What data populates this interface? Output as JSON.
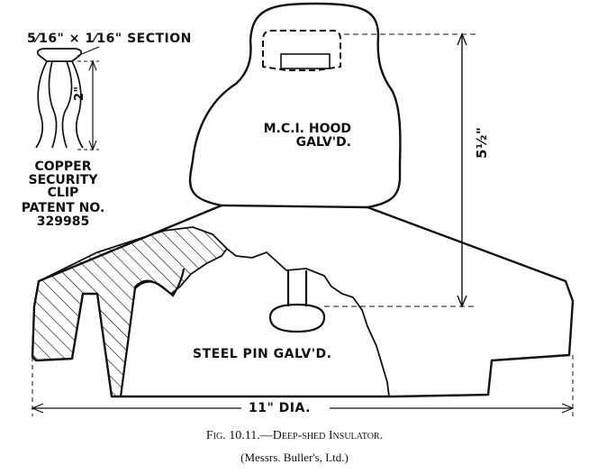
{
  "figure": {
    "caption_number": "Fig. 10.11.",
    "caption_title": "Deep-shed Insulator.",
    "credit": "(Messrs. Buller's, Ltd.)"
  },
  "labels": {
    "section": "5⁄16\" × 1⁄16\" SECTION",
    "clip_height": "2\"",
    "clip_name": [
      "COPPER",
      "SECURITY",
      "CLIP"
    ],
    "patent": [
      "PATENT NO.",
      "329985"
    ],
    "hood": [
      "M.C.I. HOOD",
      "GALV'D."
    ],
    "height": "5½\"",
    "pin": "STEEL PIN GALV'D.",
    "diameter": "11\" DIA."
  }
}
